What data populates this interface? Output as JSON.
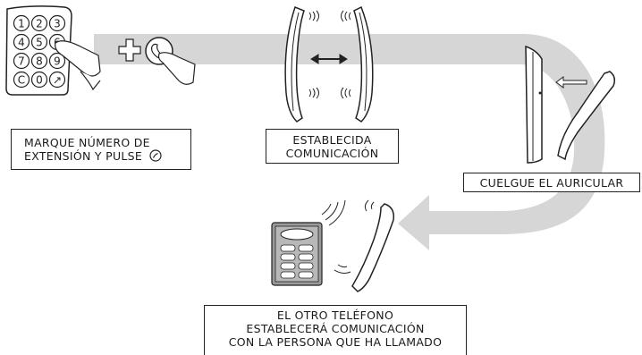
{
  "steps": [
    {
      "lines": [
        "MARQUE NÚMERO DE",
        "EXTENSIÓN Y PULSE"
      ]
    },
    {
      "lines": [
        "ESTABLECIDA",
        "COMUNICACIÓN"
      ]
    },
    {
      "lines": [
        "CUELGUE EL AURICULAR"
      ]
    },
    {
      "lines": [
        "EL OTRO TELÉFONO",
        "ESTABLECERÁ COMUNICACIÓN",
        "CON LA PERSONA QUE HA LLAMADO"
      ]
    }
  ],
  "keypad": {
    "keys": [
      "1",
      "2",
      "3",
      "4",
      "5",
      "6",
      "7",
      "8",
      "9",
      "C",
      "0",
      "↗"
    ]
  },
  "colors": {
    "arrow": "#d6d6d6",
    "line": "#222222",
    "panel": "#9a9a9a"
  }
}
